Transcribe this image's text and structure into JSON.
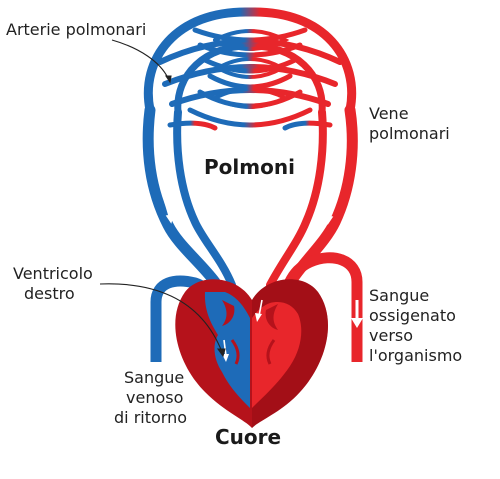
{
  "labels": {
    "arterie_polmonari": "Arterie polmonari",
    "vene_polmonari_1": "Vene",
    "vene_polmonari_2": "polmonari",
    "polmoni": "Polmoni",
    "ventricolo_destro_1": "Ventricolo",
    "ventricolo_destro_2": "destro",
    "sangue_ossigenato_1": "Sangue",
    "sangue_ossigenato_2": "ossigenato",
    "sangue_ossigenato_3": "verso",
    "sangue_ossigenato_4": "l'organismo",
    "sangue_venoso_1": "Sangue",
    "sangue_venoso_2": "venoso",
    "sangue_venoso_3": "di ritorno",
    "cuore": "Cuore"
  },
  "colors": {
    "venous_blue": "#1e6bb8",
    "arterial_red": "#e8262b",
    "heart_dark": "#b5121b",
    "heart_shade": "#8f0d15",
    "text": "#222222"
  }
}
